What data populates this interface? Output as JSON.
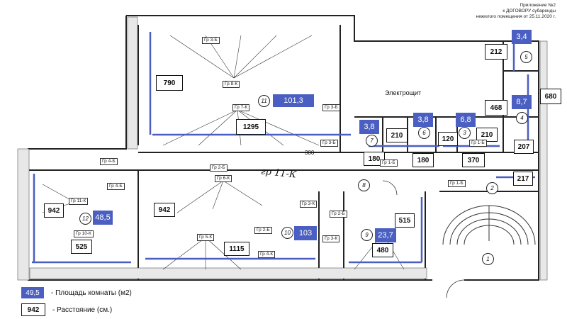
{
  "header": {
    "line1": "Приложение №2",
    "line2": "к ДОГОВОРУ субаренды",
    "line3": "нежилого помещения от 25.11.2020 г."
  },
  "electric_label": "Электрощит",
  "handwritten_label": "гр 11-К",
  "area_labels": [
    "101,3",
    "3,4",
    "8,7",
    "3,8",
    "3,8",
    "6,8",
    "48,5",
    "103",
    "23,7"
  ],
  "distance_labels": [
    "790",
    "1295",
    "212",
    "468",
    "680",
    "210",
    "120",
    "210",
    "207",
    "180",
    "180",
    "370",
    "217",
    "942",
    "525",
    "942",
    "1115",
    "515",
    "480",
    "300"
  ],
  "room_numbers": [
    "11",
    "5",
    "4",
    "6",
    "3",
    "7",
    "8",
    "2",
    "12",
    "10",
    "9",
    "1"
  ],
  "group_labels": [
    "Гр 3-Б",
    "Гр 8-К",
    "Гр 7-К",
    "Гр 3-Б",
    "Гр 3-Б",
    "Гр 4-Б",
    "Гр 2-Б",
    "Гр 6-К",
    "Гр 4-Б",
    "Гр 11-К",
    "Гр 10-К",
    "Гр 5-К",
    "Гр 4-К",
    "Гр 2-Б",
    "Гр 3-К",
    "Гр 2-Б",
    "Гр 3-К",
    "Гр 1-Б",
    "Гр 1-Б",
    "Гр 1-Б"
  ],
  "legend": {
    "area_sample": "49,5",
    "area_text": "- Площадь комнаты (м2)",
    "distance_sample": "942",
    "distance_text": "- Расстояние (см.)"
  }
}
